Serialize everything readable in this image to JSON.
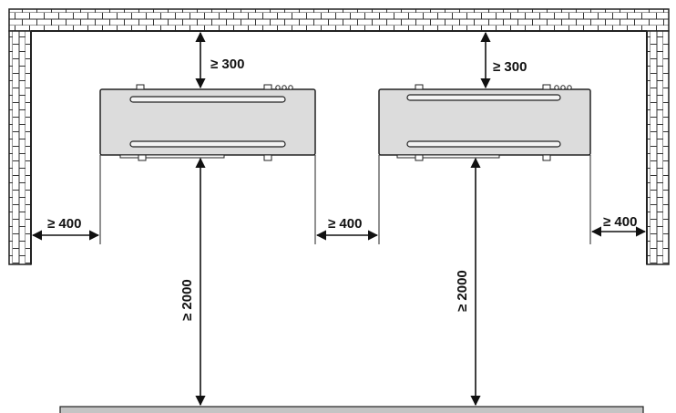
{
  "colors": {
    "unit_fill": "#dcdcdc",
    "outline": "#222222",
    "brick_fill": "#ffffff",
    "floor_fill": "#c4c4c4",
    "arrow": "#111111"
  },
  "icons": [
    "brick-wall",
    "indoor-unit",
    "dimension-arrow",
    "floor"
  ],
  "dimensions": {
    "ceiling_clearance_left": "≥ 300",
    "ceiling_clearance_right": "≥ 300",
    "side_clearance_left_wall": "≥ 400",
    "side_clearance_between_units": "≥ 400",
    "side_clearance_right_wall": "≥ 400",
    "floor_height_left": "≥ 2000",
    "floor_height_right": "≥ 2000"
  }
}
